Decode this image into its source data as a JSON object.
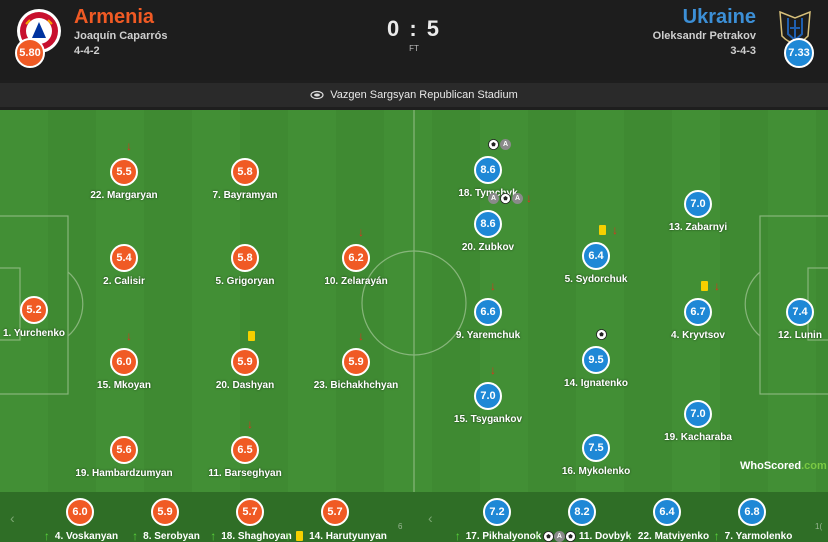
{
  "home": {
    "name": "Armenia",
    "coach": "Joaquín Caparrós",
    "formation": "4-4-2",
    "rating": "5.80",
    "color": "#f05a24",
    "crest_icon": "armenia-crest-icon",
    "players": [
      {
        "label": "22. Margaryan",
        "rating": "5.5",
        "events": [
          "sub-off"
        ]
      },
      {
        "label": "7. Bayramyan",
        "rating": "5.8",
        "events": []
      },
      {
        "label": "2. Calisir",
        "rating": "5.4",
        "events": []
      },
      {
        "label": "5. Grigoryan",
        "rating": "5.8",
        "events": []
      },
      {
        "label": "10. Zelarayán",
        "rating": "6.2",
        "events": [
          "sub-off"
        ]
      },
      {
        "label": "1. Yurchenko",
        "rating": "5.2",
        "events": []
      },
      {
        "label": "15. Mkoyan",
        "rating": "6.0",
        "events": [
          "sub-off"
        ]
      },
      {
        "label": "20. Dashyan",
        "rating": "5.9",
        "events": [
          "yellow-card"
        ]
      },
      {
        "label": "23. Bichakhchyan",
        "rating": "5.9",
        "events": [
          "sub-off"
        ]
      },
      {
        "label": "19. Hambardzumyan",
        "rating": "5.6",
        "events": []
      },
      {
        "label": "11. Barseghyan",
        "rating": "6.5",
        "events": [
          "sub-off"
        ]
      }
    ],
    "subs": [
      {
        "label": "4. Voskanyan",
        "rating": "6.0",
        "events": [
          "sub-on"
        ]
      },
      {
        "label": "8. Serobyan",
        "rating": "5.9",
        "events": [
          "sub-on"
        ]
      },
      {
        "label": "18. Shaghoyan",
        "rating": "5.7",
        "events": [
          "sub-on"
        ]
      },
      {
        "label": "14. Harutyunyan",
        "rating": "5.7",
        "events": [
          "sub-on",
          "yellow-card"
        ]
      }
    ],
    "bench_page": "6"
  },
  "away": {
    "name": "Ukraine",
    "coach": "Oleksandr Petrakov",
    "formation": "3-4-3",
    "rating": "7.33",
    "color": "#1e88d6",
    "crest_icon": "ukraine-crest-icon",
    "players": [
      {
        "label": "18. Tymchyk",
        "rating": "8.6",
        "events": [
          "goal",
          "assist"
        ]
      },
      {
        "label": "20. Zubkov",
        "rating": "8.6",
        "events": [
          "assist",
          "goal",
          "assist",
          "sub-off"
        ]
      },
      {
        "label": "13. Zabarnyi",
        "rating": "7.0",
        "events": []
      },
      {
        "label": "5. Sydorchuk",
        "rating": "6.4",
        "events": [
          "yellow-card",
          "sub-off"
        ]
      },
      {
        "label": "9. Yaremchuk",
        "rating": "6.6",
        "events": [
          "sub-off"
        ]
      },
      {
        "label": "4. Kryvtsov",
        "rating": "6.7",
        "events": [
          "yellow-card",
          "sub-off"
        ]
      },
      {
        "label": "12. Lunin",
        "rating": "7.4",
        "events": []
      },
      {
        "label": "14. Ignatenko",
        "rating": "9.5",
        "events": [
          "goal"
        ]
      },
      {
        "label": "15. Tsygankov",
        "rating": "7.0",
        "events": [
          "sub-off"
        ]
      },
      {
        "label": "19. Kacharaba",
        "rating": "7.0",
        "events": []
      },
      {
        "label": "16. Mykolenko",
        "rating": "7.5",
        "events": []
      }
    ],
    "subs": [
      {
        "label": "17. Pikhalyonok",
        "rating": "7.2",
        "events": [
          "sub-on"
        ]
      },
      {
        "label": "11. Dovbyk",
        "rating": "8.2",
        "events": [
          "sub-on",
          "goal",
          "assist",
          "goal"
        ]
      },
      {
        "label": "22. Matviyenko",
        "rating": "6.4",
        "events": [
          "sub-on"
        ]
      },
      {
        "label": "7. Yarmolenko",
        "rating": "6.8",
        "events": [
          "sub-on"
        ]
      }
    ],
    "bench_page": "1("
  },
  "match": {
    "score": "0 : 5",
    "status": "FT",
    "stadium": "Vazgen Sargsyan Republican Stadium",
    "stadium_icon": "stadium-icon"
  },
  "bench": {
    "prev_icon": "chevron-left-icon",
    "next_icon": "chevron-right-icon"
  },
  "brand": {
    "name_prefix": "WhoScored",
    "name_suffix": ".com"
  }
}
